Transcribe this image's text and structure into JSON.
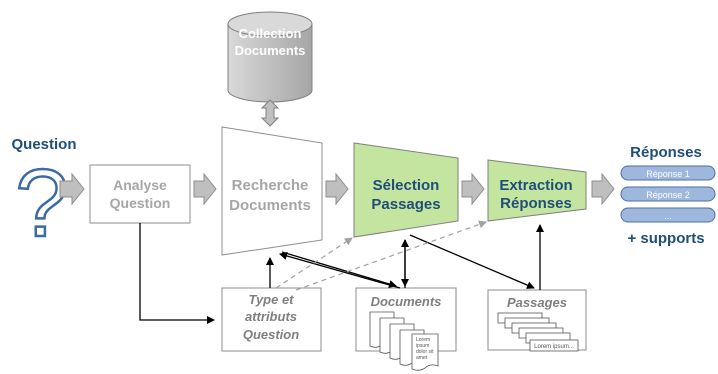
{
  "input": {
    "label": "Question"
  },
  "database": {
    "line1": "Collection",
    "line2": "Documents"
  },
  "stages": {
    "analyse": {
      "line1": "Analyse",
      "line2": "Question"
    },
    "recherche": {
      "line1": "Recherche",
      "line2": "Documents"
    },
    "selection": {
      "line1": "Sélection",
      "line2": "Passages"
    },
    "extraction": {
      "line1": "Extraction",
      "line2": "Réponses"
    }
  },
  "artifacts": {
    "type": {
      "line1": "Type et",
      "line2": "attributs",
      "line3": "Question"
    },
    "documents": {
      "label": "Documents",
      "page_text": "Lorem ipsum dolor sit amet"
    },
    "passages": {
      "label": "Passages",
      "passage_text": "Lorem ipsum..."
    }
  },
  "output": {
    "title": "Réponses",
    "answers": [
      "Réponse 1",
      "Réponse 2",
      "..."
    ],
    "supports": "+ supports"
  },
  "colors": {
    "question_blue": "#3a6aa8",
    "title_blue": "#1f4e79",
    "stage_gray_text": "#a6a6a6",
    "green_fill": "#c4e5a0",
    "green_text": "#1f4e79",
    "answer_pill": "#9db7dd",
    "arrow_gray": "#bfbfbf",
    "dashed_line": "#a0a0a0"
  }
}
